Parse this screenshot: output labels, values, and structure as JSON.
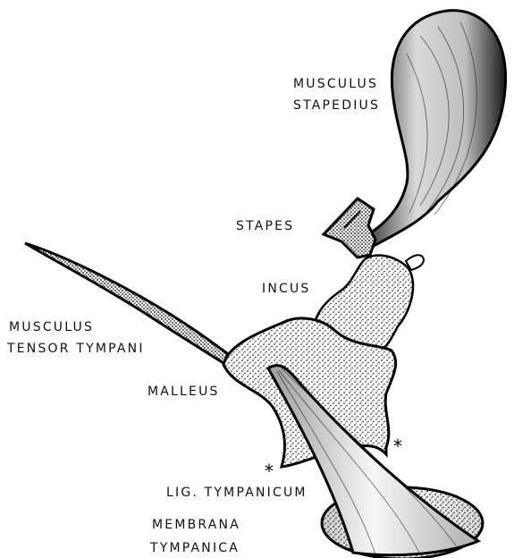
{
  "labels": {
    "musculus_stapedius_line1": "MUSCULUS",
    "musculus_stapedius_line2": "STAPEDIUS",
    "stapes": "STAPES",
    "incus": "INCUS",
    "musculus_tensor_line1": "MUSCULUS",
    "musculus_tensor_line2": "TENSOR TYMPANI",
    "malleus": "MALLEUS",
    "lig_tympanicum": "LIG. TYMPANICUM",
    "membrana_line1": "MEMBRANA",
    "membrana_line2": "TYMPANICA"
  },
  "markers": {
    "asterisk_left": "*",
    "asterisk_right": "*"
  },
  "colors": {
    "ink": "#000000",
    "paper": "#ffffff"
  }
}
